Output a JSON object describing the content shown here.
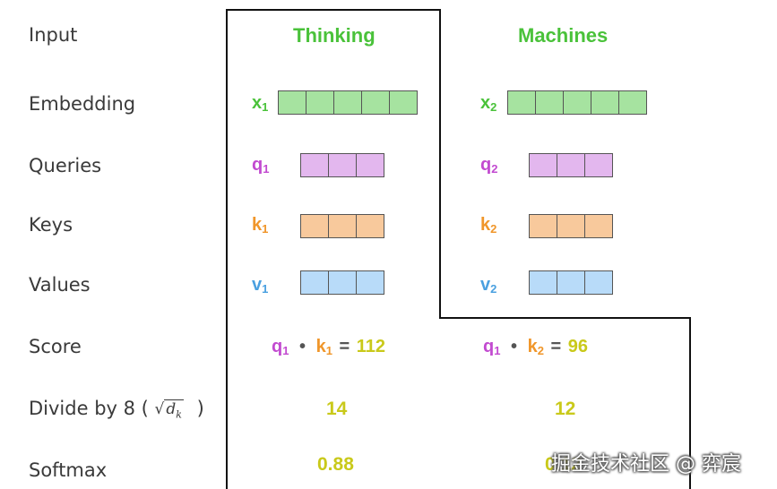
{
  "rows": {
    "input": "Input",
    "embedding": "Embedding",
    "queries": "Queries",
    "keys": "Keys",
    "values": "Values",
    "score": "Score",
    "divide_prefix": "Divide by 8 (",
    "divide_sqrt": "√",
    "divide_dk": "d",
    "divide_k": "k",
    "divide_suffix": ")",
    "softmax": "Softmax"
  },
  "words": [
    "Thinking",
    "Machines"
  ],
  "vectors": {
    "x1": {
      "base": "x",
      "sub": "1"
    },
    "q1": {
      "base": "q",
      "sub": "1"
    },
    "k1": {
      "base": "k",
      "sub": "1"
    },
    "v1": {
      "base": "v",
      "sub": "1"
    },
    "x2": {
      "base": "x",
      "sub": "2"
    },
    "q2": {
      "base": "q",
      "sub": "2"
    },
    "k2": {
      "base": "k",
      "sub": "2"
    },
    "v2": {
      "base": "v",
      "sub": "2"
    }
  },
  "scores": [
    {
      "q": "q",
      "q_sub": "1",
      "dot": "•",
      "k": "k",
      "k_sub": "1",
      "eq": "=",
      "value": "112"
    },
    {
      "q": "q",
      "q_sub": "1",
      "dot": "•",
      "k": "k",
      "k_sub": "2",
      "eq": "=",
      "value": "96"
    }
  ],
  "divided": [
    "14",
    "12"
  ],
  "softmax": [
    "0.88",
    "0.12"
  ],
  "watermark": "掘金技术社区 @ 弈宸",
  "colors": {
    "word": "#4ac23a",
    "x": "#4ac23a",
    "q": "#c24ad0",
    "k": "#f0962a",
    "v": "#4aa0e0",
    "value": "#c9c91a"
  }
}
